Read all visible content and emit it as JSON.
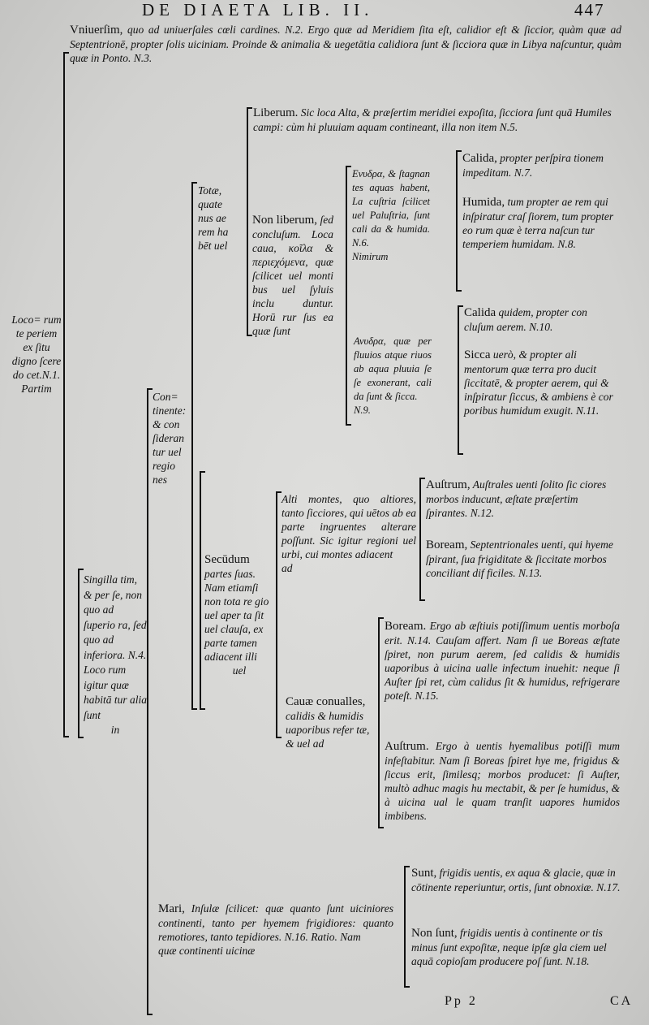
{
  "header": {
    "title": "DE DIAETA LIB. II.",
    "page_number": "447"
  },
  "top": {
    "lead": "Vniuerſim,",
    "text": "quo ad uniuerſales cœli cardines. N.2. Ergo quæ ad Meridiem ſita eſt, calidior eſt & ſiccior, quàm quæ ad Septentrionē, propter ſolis uiciniam. Proinde & animalia & uegetātia calidiora ſunt & ſicciora quæ in Libya naſcuntur, quàm quæ in Ponto. N.3."
  },
  "locorum": {
    "text": "Loco= rum te periem ex ſitu digno ſcere do cet.N.1. Partim"
  },
  "liberum": {
    "lead": "Liberum.",
    "text": "Sic loca Alta, & præſertim meridiei expoſita, ſicciora ſunt quā Humiles campi: cùm hi pluuiam aquam contineant, illa non item N.5."
  },
  "totae": {
    "text": "Totæ, quate nus ae rem ha bēt uel"
  },
  "non_liberum": {
    "lead": "Non liberum,",
    "text": "ſed concluſum. Loca caua, κοῖλα & περιεχόμενα, quæ ſcilicet uel monti bus uel ſyluis inclu duntur. Horū rur ſus ea quæ ſunt"
  },
  "enudrae": {
    "text": "Ενυδρα, & ſtagnan tes aquas habent, La cuſtria ſcilicet uel Paluſtria, ſunt cali da & humida. N.6.",
    "tail": "Nimirum"
  },
  "calida1": {
    "lead": "Calida,",
    "text": "propter perſpira tionem impeditam. N.7."
  },
  "humida": {
    "lead": "Humida,",
    "text": "tum propter ae rem qui inſpiratur craſ ſiorem, tum propter eo rum quæ è terra naſcun tur temperiem humidam. N.8."
  },
  "anudrae": {
    "text": "Ανυδρα, quæ per fluuios atque riuos ab aqua pluuia ſe ſe exonerant, cali da ſunt & ſicca.",
    "tail": "N.9."
  },
  "calida2": {
    "lead": "Calida",
    "text": "quidem, propter con cluſum aerem. N.10."
  },
  "sicca": {
    "lead": "Sicca",
    "text": "uerò, & propter ali mentorum quæ terra pro ducit ſiccitatē, & propter aerem, qui & inſpiratur ſiccus, & ambiens è cor poribus humidum exugit. N.11."
  },
  "continente": {
    "text": "Con= tinente: & con ſideran tur uel regio nes"
  },
  "singillatim": {
    "text": "Singilla tim, & per ſe, non quo ad ſuperio ra, ſed quo ad inferiora. N.4. Loco rum igitur quæ habitā tur alia ſunt",
    "tail": "in"
  },
  "secundum": {
    "lead": "Secūdum",
    "text": "partes ſuas. Nam etiamſi non tota re gio uel aper ta ſit uel clauſa, ex parte tamen adiacent illi",
    "tail": "uel"
  },
  "alti_montes": {
    "text": "Alti montes, quo altiores, tanto ſicciores, qui uētos ab ea parte ingruentes alterare poſſunt. Sic igitur regioni uel urbi, cui montes adiacent",
    "tail": "ad"
  },
  "austrum1": {
    "lead": "Auſtrum,",
    "text": "Auſtrales uenti ſolito ſic ciores morbos inducunt, æſtate præſertim ſpirantes. N.12."
  },
  "boream1": {
    "lead": "Boream,",
    "text": "Septentrionales uenti, qui hyeme ſpirant, ſua frigiditate & ſiccitate morbos conciliant dif ficiles. N.13."
  },
  "cauae": {
    "lead": "Cauæ conualles,",
    "text": "calidis & humidis uaporibus refer tæ, & uel ad"
  },
  "boream2": {
    "lead": "Boream.",
    "text": "Ergo ab æſtiuis potiſſimum uentis morboſa erit. N.14. Cauſam affert. Nam ſi ue Boreas æſtate ſpiret, non purum aerem, ſed calidis & humidis uaporibus à uicina ualle infectum inuehit: neque ſi Auſter ſpi ret, cùm calidus ſit & humidus, refrigerare poteſt. N.15."
  },
  "austrum2": {
    "lead": "Auſtrum.",
    "text": "Ergo à uentis hyemalibus potiſſi mum infeſtabitur. Nam ſi Boreas ſpiret hye me, frigidus & ſiccus erit, ſimilesq; morbos producet: ſi Auſter, multò adhuc magis hu mectabit, & per ſe humidus, & à uicina ual le quam tranſit uapores humidos imbibens."
  },
  "mari": {
    "lead": "Mari,",
    "text": "Inſulæ ſcilicet: quæ quanto ſunt uiciniores continenti, tanto per hyemem frigidiores: quanto remotiores, tanto tepidiores. N.16. Ratio. Nam",
    "tail": "quæ continenti uicinæ"
  },
  "sunt": {
    "lead": "Sunt,",
    "text": "frigidis uentis, ex aqua & glacie, quæ in cōtinente reperiuntur, ortis, ſunt obnoxiæ. N.17."
  },
  "non_sunt": {
    "lead": "Non ſunt,",
    "text": "frigidis uentis à continente or tis minus ſunt expoſitæ, neque ipſæ gla ciem uel aquā copioſam producere poſ ſunt. N.18."
  },
  "footer": {
    "signature": "Pp 2",
    "catchword": "CA"
  }
}
